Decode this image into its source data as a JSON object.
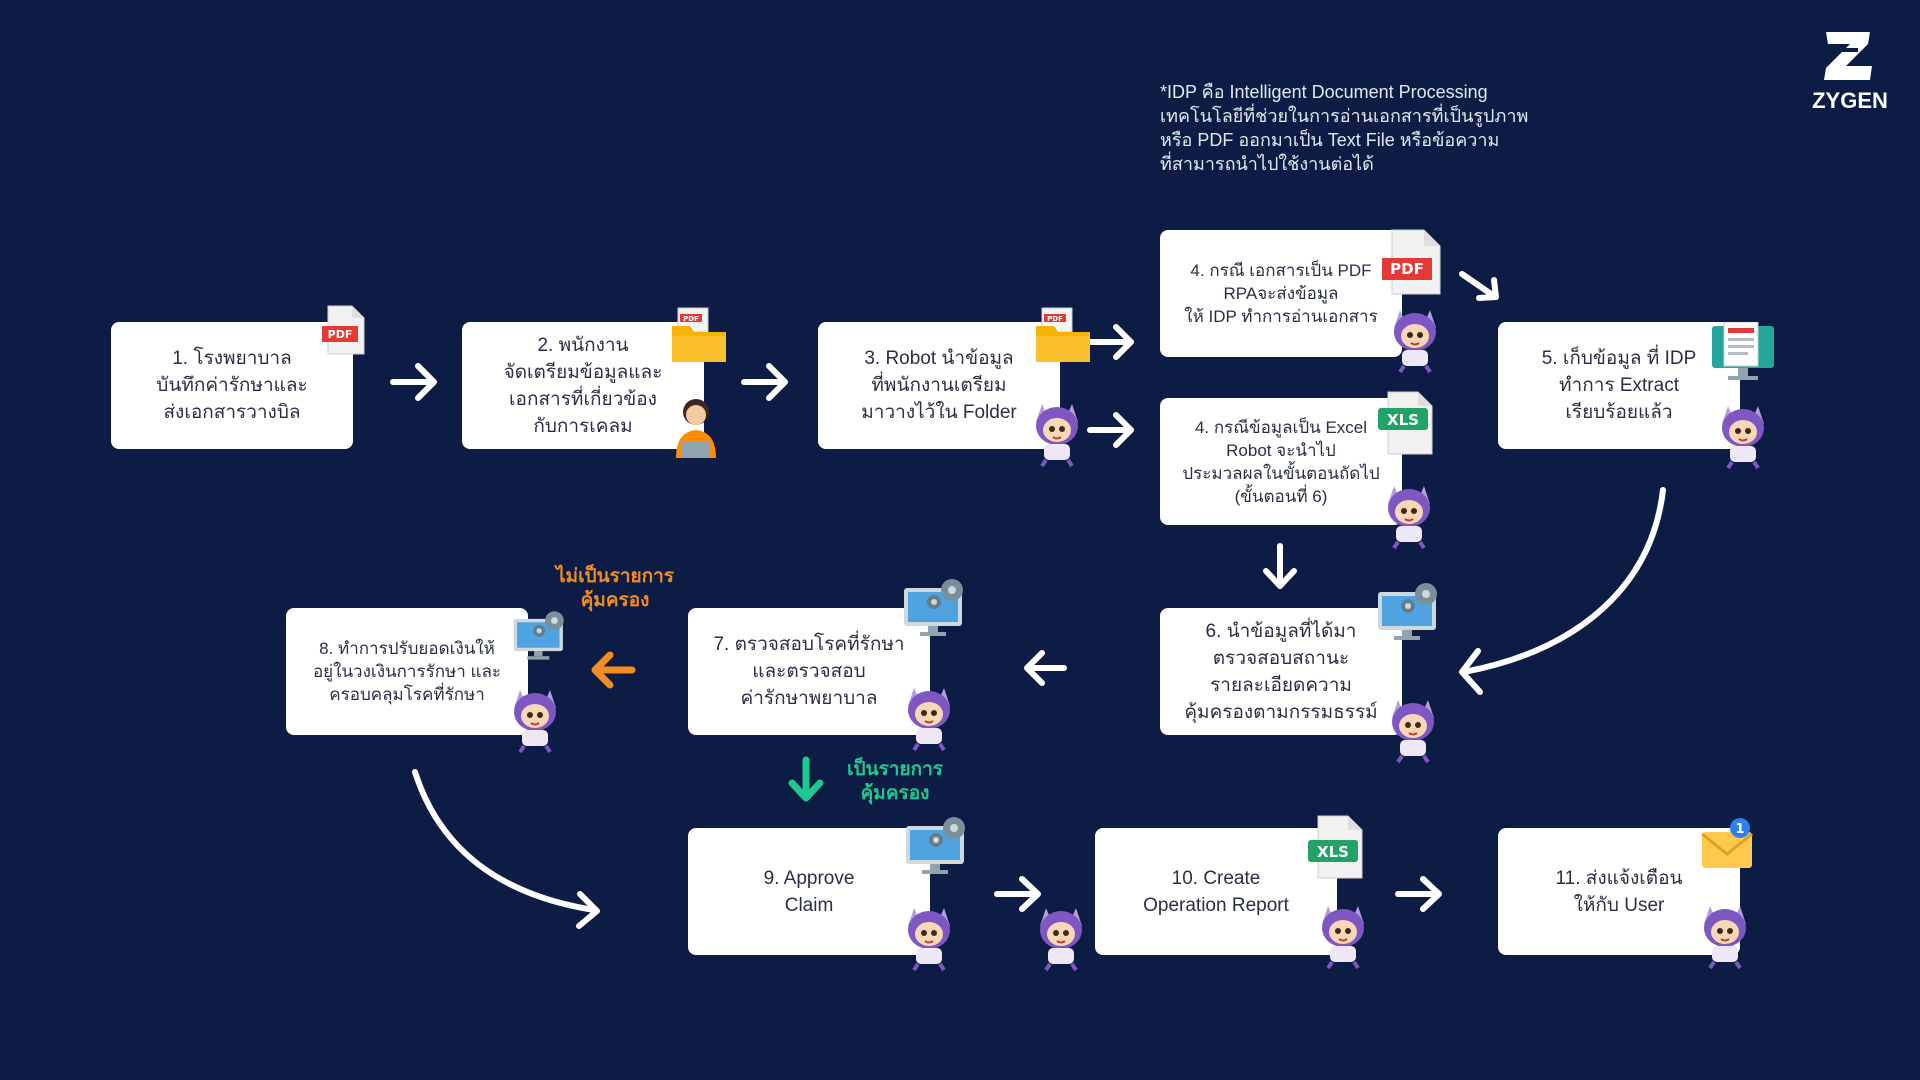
{
  "brand": {
    "name": "ZYGEN"
  },
  "note": "*IDP คือ Intelligent Document Processing\nเทคโนโลยีที่ช่วยในการอ่านเอกสารที่เป็นรูปภาพ\nหรือ PDF ออกมาเป็น Text File หรือข้อความ\nที่สามารถนำไปใช้งานต่อได้",
  "steps": {
    "s1": "1. โรงพยาบาล\nบันทึกค่ารักษาและ\nส่งเอกสารวางบิล",
    "s2": "2. พนักงาน\nจัดเตรียมข้อมูลและ\nเอกสารที่เกี่ยวข้อง\nกับการเคลม",
    "s3": "3. Robot นำข้อมูล\nที่พนักงานเตรียม\nมาวางไว้ใน Folder",
    "s4a": "4. กรณี เอกสารเป็น PDF\nRPAจะส่งข้อมูล\nให้ IDP ทำการอ่านเอกสาร",
    "s4b": "4. กรณีข้อมูลเป็น Excel\nRobot จะนำไป\nประมวลผลในขั้นตอนถัดไป\n(ขั้นตอนที่ 6)",
    "s5": "5. เก็บข้อมูล ที่ IDP\nทำการ Extract\nเรียบร้อยแล้ว",
    "s6": "6. นำข้อมูลที่ได้มา\nตรวจสอบสถานะ\nรายละเอียดความ\nคุ้มครองตามกรรมธรรม์",
    "s7": "7. ตรวจสอบโรคที่รักษา\nและตรวจสอบ\nค่ารักษาพยาบาล",
    "s8": "8. ทำการปรับยอดเงินให้\nอยู่ในวงเงินการรักษา และ\nครอบคลุมโรคที่รักษา",
    "s9": "9. Approve\nClaim",
    "s10": "10. Create\nOperation Report",
    "s11": "11. ส่งแจ้งเตือน\nให้กับ User"
  },
  "conditions": {
    "not_covered": "ไม่เป็นรายการ\nคุ้มครอง",
    "covered": "เป็นรายการ\nคุ้มครอง"
  },
  "icons": {
    "pdf_label": "PDF",
    "xls_label": "XLS",
    "notification_count": "1"
  },
  "colors": {
    "background": "#0c1c44",
    "box": "#ffffff",
    "arrow": "#ffffff",
    "not_covered": "#f08c21",
    "covered": "#1ec98f"
  }
}
